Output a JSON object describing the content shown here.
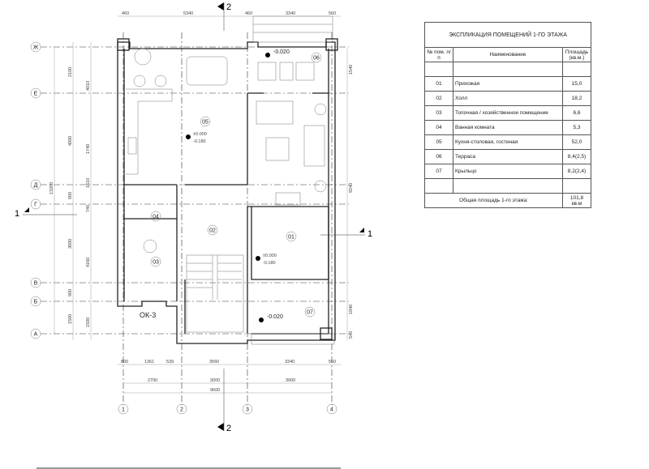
{
  "table": {
    "title": "ЭКСПЛИКАЦИЯ ПОМЕЩЕНИЙ 1-ГО ЭТАЖА",
    "headers": [
      "№ пом. п/п",
      "Наименование",
      "Площадь (кв.м.)"
    ],
    "rows": [
      [
        "01",
        "Прихожая",
        "15,0"
      ],
      [
        "02",
        "Холл",
        "18,2"
      ],
      [
        "03",
        "Топочная / хозяйственное помещение",
        "6,6"
      ],
      [
        "04",
        "Ванная комната",
        "5,3"
      ],
      [
        "05",
        "Кухня-столовая, гостиная",
        "52,0"
      ],
      [
        "06",
        "Терраса",
        "8,4(2,5)"
      ],
      [
        "07",
        "Крыльцо",
        "8,2(2,4)"
      ]
    ],
    "total_label": "Общая площадь 1-го этажа:",
    "total_value": "101,8 кв.м"
  },
  "plan": {
    "section_2": "2",
    "section_1": "1",
    "axes_x": [
      "1",
      "2",
      "3",
      "4"
    ],
    "axes_y": [
      "Ж",
      "Е",
      "Д",
      "Г",
      "В",
      "Б",
      "А"
    ],
    "rooms": [
      "01",
      "02",
      "03",
      "04",
      "05",
      "06",
      "07"
    ],
    "window_mark": "ОК-3",
    "levels": {
      "main_top": "±0.000",
      "main_bottom": "-0.180",
      "terrace": "-0.020",
      "porch": "-0.020"
    },
    "dims_top": [
      "460",
      "5340",
      "460",
      "3340",
      "560"
    ],
    "dims_bottom1": [
      "800",
      "1361",
      "539",
      "3560",
      "3340",
      "560"
    ],
    "dims_bottom2": [
      "2700",
      "3000",
      "3900"
    ],
    "dims_total": "9600",
    "dims_left_outer": "13200",
    "dims_left_mid": [
      "2100",
      "4000",
      "900",
      "3600",
      "900",
      "1500"
    ],
    "dims_left_inner": [
      "4010",
      "1740",
      "1610",
      "740",
      "4160",
      "1500"
    ],
    "dims_right": [
      "1540",
      "9240",
      "1840",
      "540"
    ]
  }
}
